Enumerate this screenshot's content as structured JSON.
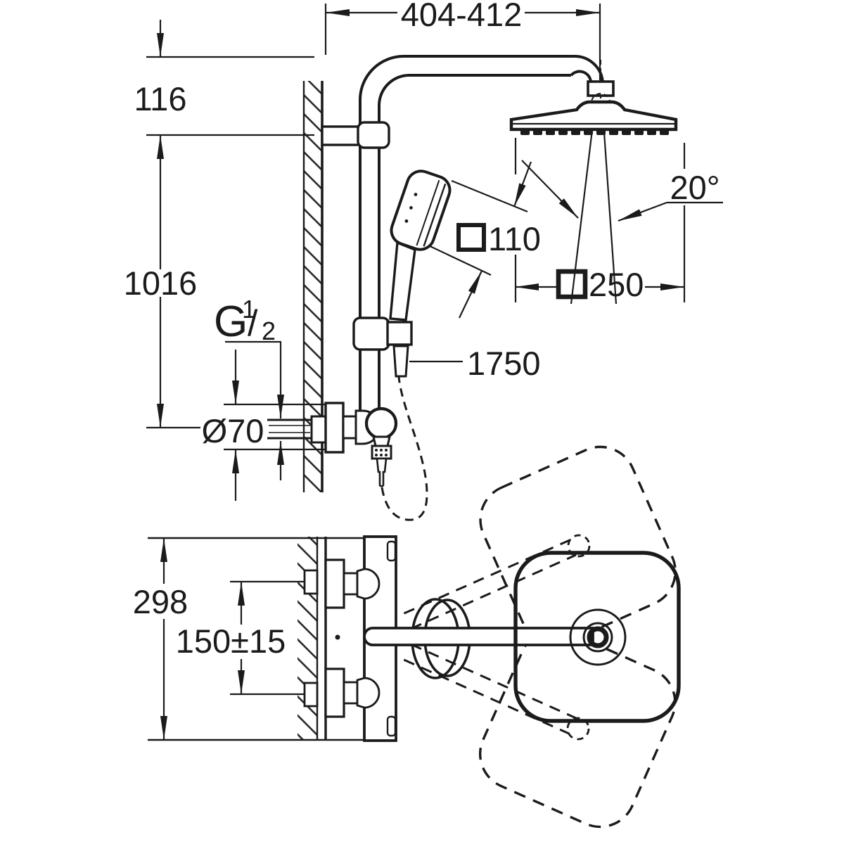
{
  "diagram": {
    "dimensions": {
      "arm_projection": "404-412",
      "head_to_arm": "116",
      "rail_length": "1016",
      "thread_letter": "G",
      "thread_numerator": "1",
      "thread_slash": "/",
      "thread_denominator": "2",
      "escutcheon_diameter": "Ø70",
      "hand_shower_width": "110",
      "head_width": "250",
      "spray_angle": "20°",
      "hose_length": "1750",
      "valve_height": "298",
      "inlet_spacing": "150±15"
    }
  }
}
